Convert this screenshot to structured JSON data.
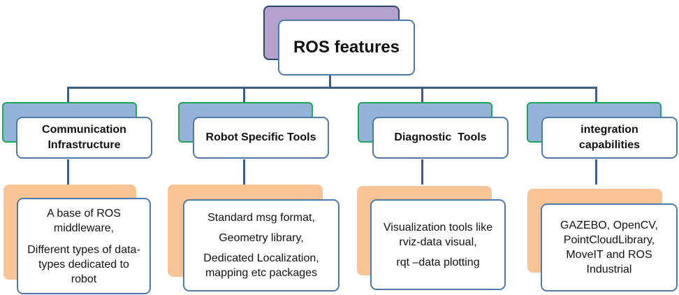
{
  "title": "ROS features",
  "categories": [
    {
      "label": "Communication\nInfrastructure",
      "details": [
        "A base of ROS middleware,",
        "Different types of data-types dedicated to robot"
      ]
    },
    {
      "label": "Robot Specific Tools",
      "details": [
        "Standard msg format,",
        "Geometry library,",
        "Dedicated Localization, mapping etc packages"
      ]
    },
    {
      "label": "Diagnostic  Tools",
      "details": [
        "Visualization tools like rviz-data visual,",
        "rqt –data plotting"
      ]
    },
    {
      "label": "integration\ncapabilities",
      "details": [
        "GAZEBO, OpenCV, PointCloudLibrary, MoveIT and ROS Industrial"
      ]
    }
  ],
  "colors": {
    "title_shadow": "#b4a2cc",
    "category_shadow": "#95b2d8",
    "category_shadow_border": "#1ea75b",
    "detail_shadow": "#f8c396",
    "box_border": "#4f79a8",
    "connector": "#3b5d86"
  }
}
